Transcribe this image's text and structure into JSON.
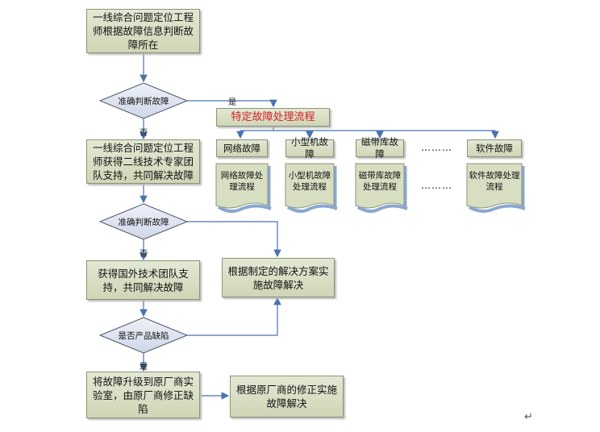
{
  "nodes": {
    "step1": "一线综合问题定位工程师根据故障信息判断故障所在",
    "decision1": "准确判断故障",
    "special_flow": "特定故障处理流程",
    "cat_network": "网络故障",
    "cat_minicomputer": "小型机故障",
    "cat_tape": "磁带库故障",
    "cat_software": "软件故障",
    "doc_network": "网络故障处理流程",
    "doc_minicomputer": "小型机故障处理流程",
    "doc_tape": "磁带库故障处理流程",
    "doc_software": "软件故障处理流程",
    "ellipsis": "………",
    "step2": "一线综合问题定位工程师获得二线技术专家团队支持，共同解决故障",
    "decision2": "准确判断故障",
    "step3": "获得国外技术团队支持，共同解决故障",
    "resolve_plan": "根据制定的解决方案实施故障解决",
    "decision3": "是否产品缺陷",
    "step4": "将故障升级到原厂商实验室，由原厂商修正缺陷",
    "resolve_vendor": "根据原厂商的修正实施故障解决"
  },
  "labels": {
    "yes": "是",
    "no": "否",
    "return_mark": "↵"
  },
  "colors": {
    "box_fill": "#d8dec2",
    "box_border": "#8b9574",
    "diamond_fill": "#dde3ef",
    "arrow": "#4a72b0",
    "special_text": "#d4202a"
  }
}
